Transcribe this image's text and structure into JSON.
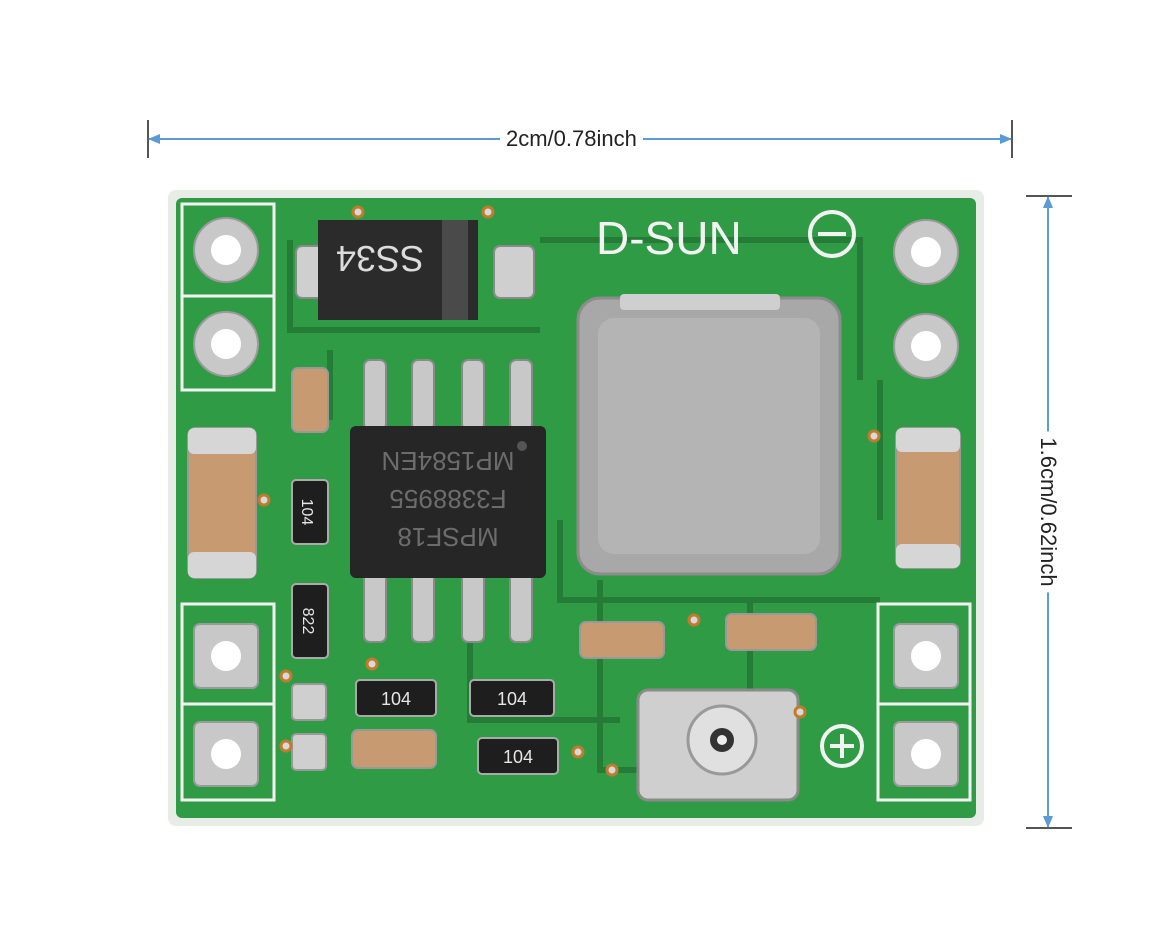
{
  "dimensions": {
    "width_label": "2cm/0.78inch",
    "height_label": "1.6cm/0.62inch",
    "line_color": "#5b9bd5"
  },
  "board": {
    "brand": "D-SUN",
    "minus_symbol": "⊖",
    "plus_symbol": "⊕",
    "pcb_color": "#2f9c45",
    "diode_marking": "SS34",
    "ic_marking_lines": [
      "MP1584EN",
      "F3388955",
      "MPSF18"
    ],
    "resistor_values": [
      "104",
      "104",
      "104",
      "104",
      "822"
    ]
  }
}
